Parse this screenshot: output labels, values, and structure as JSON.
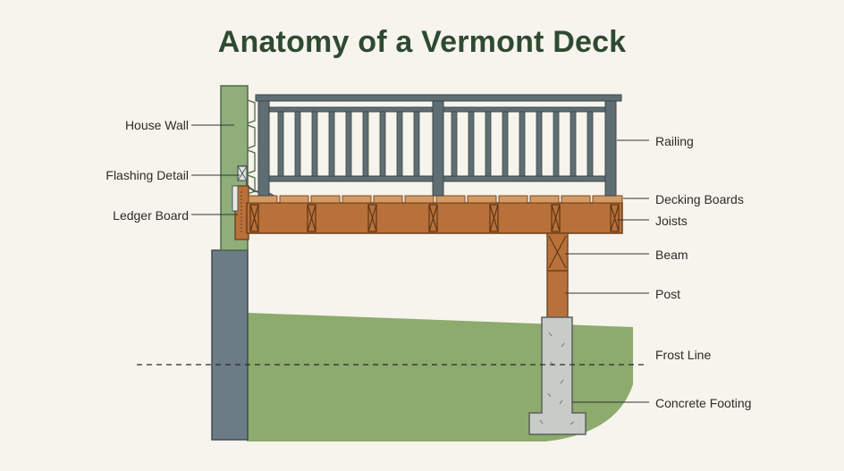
{
  "title": "Anatomy of a Vermont Deck",
  "labels": {
    "house_wall": "House Wall",
    "flashing_detail": "Flashing Detail",
    "ledger_board": "Ledger Board",
    "railing": "Railing",
    "decking_boards": "Decking Boards",
    "joists": "Joists",
    "beam": "Beam",
    "post": "Post",
    "frost_line": "Frost Line",
    "concrete_footing": "Concrete Footing"
  },
  "colors": {
    "background": "#f6f4ec",
    "title": "#2f4a33",
    "house_siding": "#8fae7a",
    "foundation": "#6b7c86",
    "railing": "#5e6e72",
    "lumber": "#b8713a",
    "decking": "#d49a63",
    "ground": "#8cab6c",
    "concrete": "#c8ccc8",
    "leader_line": "#333333"
  }
}
